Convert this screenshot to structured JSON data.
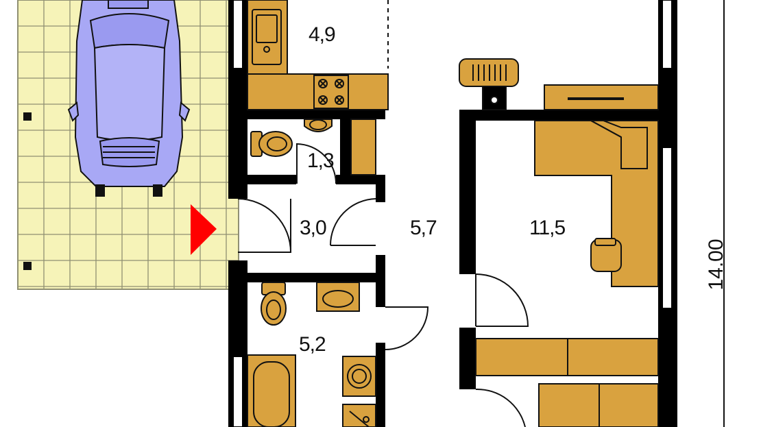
{
  "plan": {
    "rooms": [
      {
        "id": "kitchen",
        "area": "4,9"
      },
      {
        "id": "wc",
        "area": "1,3"
      },
      {
        "id": "entry",
        "area": "3,0"
      },
      {
        "id": "hall",
        "area": "5,7"
      },
      {
        "id": "bedroom",
        "area": "11,5"
      },
      {
        "id": "bathroom",
        "area": "5,2"
      }
    ],
    "dimension": "14.00",
    "colors": {
      "wall": "#000000",
      "furniture": "#d9a23f",
      "parking": "#f6f3b8",
      "parking_grid": "#8f8f72",
      "car": "#a8a8f5",
      "entrance_arrow": "#ff0000"
    },
    "icons": [
      "car-icon",
      "entrance-arrow-icon",
      "sink-icon",
      "stove-icon",
      "toilet-icon",
      "bathtub-icon",
      "washing-machine-icon",
      "shower-icon",
      "desk-chair-icon",
      "fireplace-icon",
      "tv-icon"
    ]
  }
}
